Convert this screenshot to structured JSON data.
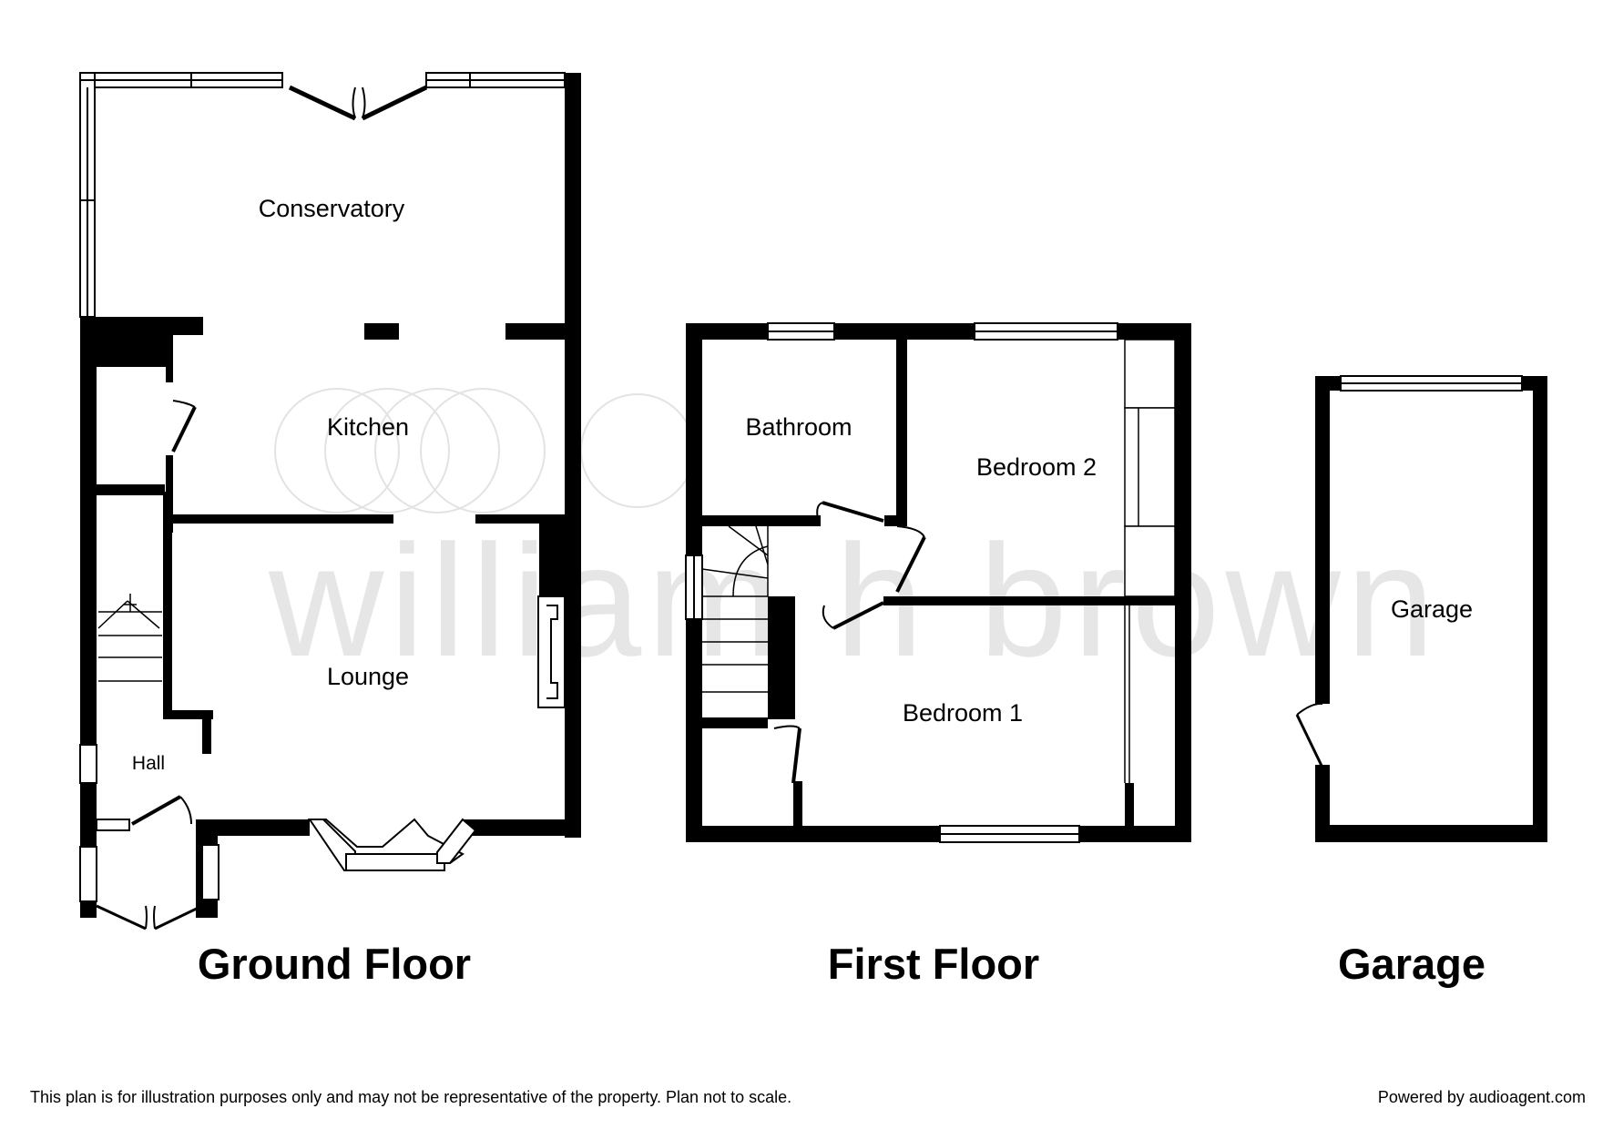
{
  "watermark": {
    "text": "william h brown"
  },
  "floors": [
    {
      "title": "Ground Floor",
      "rooms": [
        "Conservatory",
        "Kitchen",
        "Lounge",
        "Hall"
      ]
    },
    {
      "title": "First Floor",
      "rooms": [
        "Bathroom",
        "Bedroom 2",
        "Bedroom 1"
      ]
    },
    {
      "title": "Garage",
      "rooms": [
        "Garage"
      ]
    }
  ],
  "footer": {
    "disclaimer": "This plan is for illustration purposes only and may not be representative of the property. Plan not to scale.",
    "powered_by": "Powered by audioagent.com"
  },
  "colors": {
    "wall": "#000000",
    "watermark": "#e6e6e6"
  }
}
